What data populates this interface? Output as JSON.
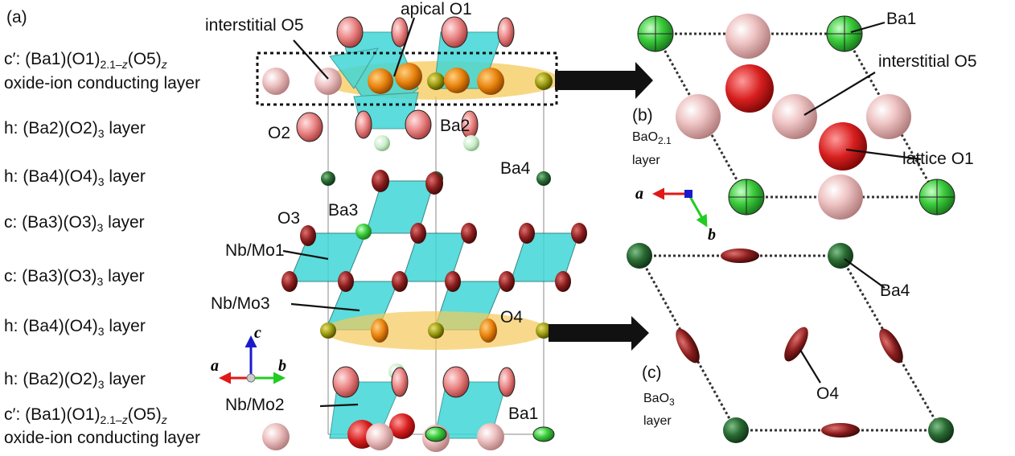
{
  "panels": {
    "a": "(a)",
    "b": "(b)",
    "c": "(c)"
  },
  "layer_labels": {
    "l1_pre": "c′: (Ba1)(O1)",
    "l1_sub": "2.1–",
    "l1_subz": "z",
    "l1_mid": "(O5)",
    "l1_subz2": "z",
    "l1_line2": "oxide-ion conducting layer",
    "h_ba2_pre": "h: (Ba2)(O2)",
    "h_ba4_pre": "h: (Ba4)(O4)",
    "c_ba3_pre": "c: (Ba3)(O3)",
    "sub3": "3",
    "layer_word": " layer"
  },
  "atom_labels": {
    "interstitial_o5": "interstitial O5",
    "apical_o1": "apical O1",
    "o2": "O2",
    "ba2": "Ba2",
    "ba4": "Ba4",
    "o3": "O3",
    "ba3": "Ba3",
    "nbmo1": "Nb/Mo1",
    "nbmo3": "Nb/Mo3",
    "o4": "O4",
    "nbmo2": "Nb/Mo2",
    "ba1": "Ba1",
    "lattice_o1": "lattice O1"
  },
  "inset_b": {
    "name_pre": "BaO",
    "name_sub": "2.1",
    "name_line2": "layer"
  },
  "inset_c": {
    "name_pre": "BaO",
    "name_sub": "3",
    "name_line2": "layer"
  },
  "axes": {
    "a": "a",
    "b": "b",
    "c": "c"
  },
  "colors": {
    "ba_green": "#3ccc3c",
    "ba_dark": "#1f5a27",
    "o_pink": "#e88a8a",
    "o_dark_red": "#8b1e1e",
    "o_red": "#d81f1f",
    "polyhedra": "#40d6d6",
    "highlight": "#f5c95a",
    "o5_pink": "#e8b8b8"
  }
}
